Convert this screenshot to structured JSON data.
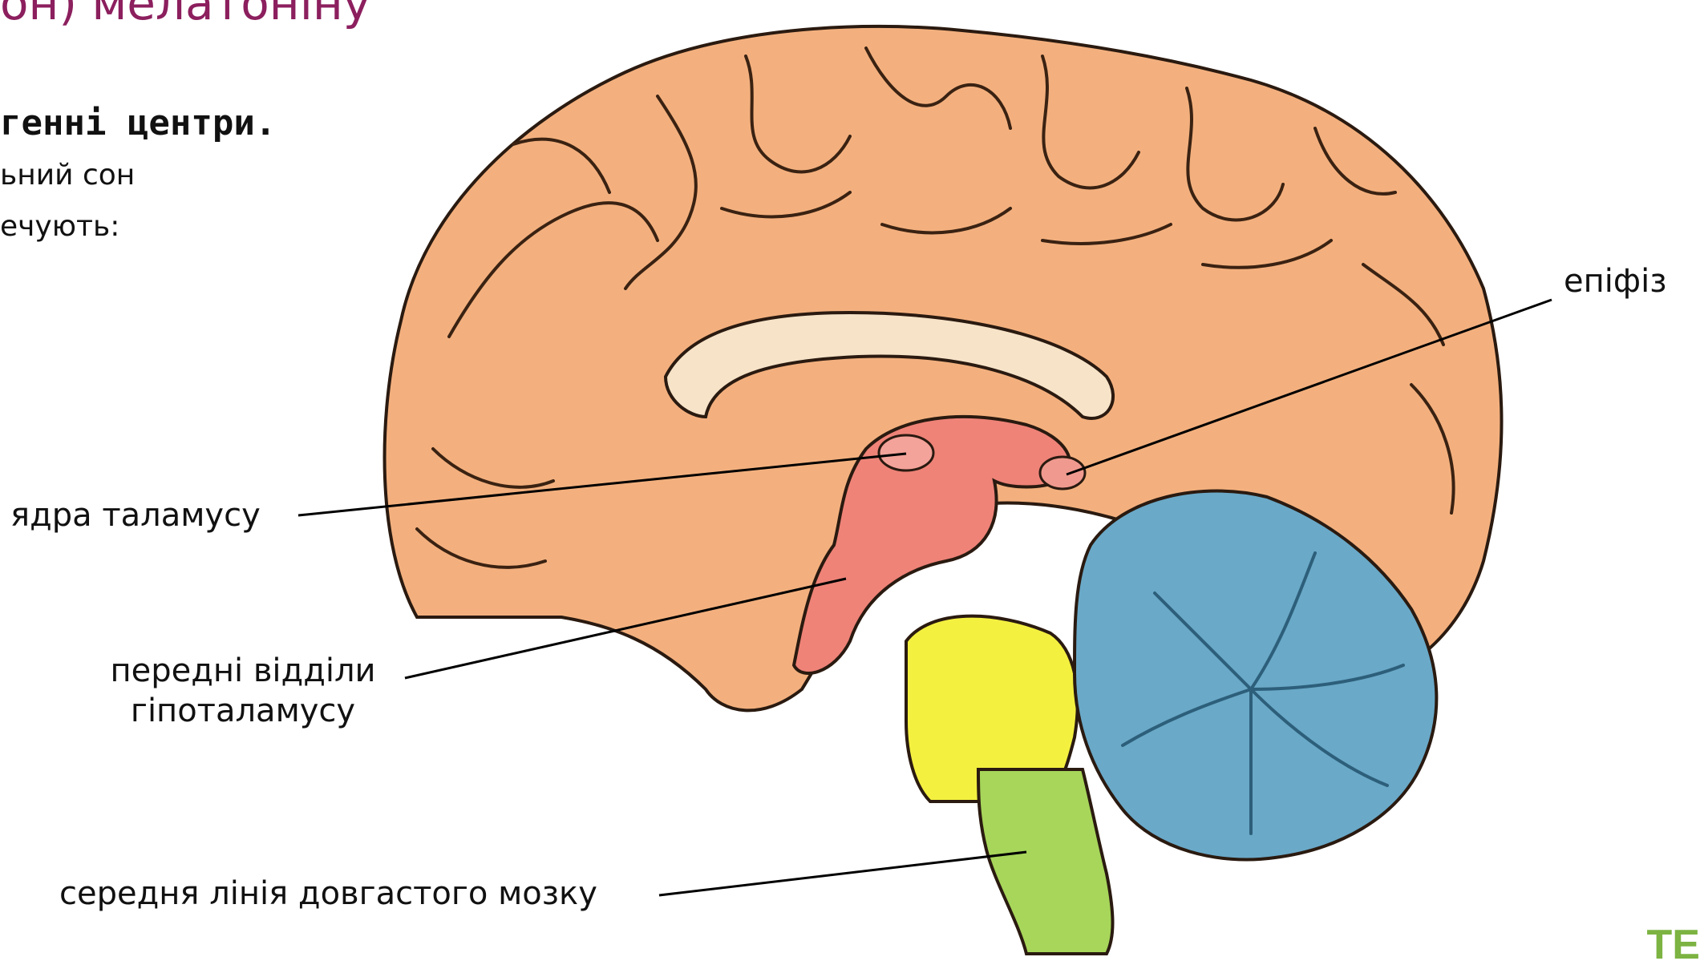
{
  "slide": {
    "title_fragment": "он) мелатоніну",
    "heading_fragment": "генні центри.",
    "body_lines": [
      "ьний сон",
      "ечують:"
    ]
  },
  "labels": {
    "epiphysis": "епіфіз",
    "thalamus_nuclei": "ядра таламусу",
    "hypothalamus_line1": "передні відділи",
    "hypothalamus_line2": "гіпоталамусу",
    "medulla_midline": "середня лінія довгастого мозку"
  },
  "corner_mark": "TE",
  "colors": {
    "title": "#8c1f5e",
    "cerebrum": "#f3b07e",
    "thalamus": "#ef8378",
    "cerebellum": "#6aa9c8",
    "pons": "#f4f040",
    "medulla": "#a7d65a",
    "corner_mark": "#7cb342"
  }
}
